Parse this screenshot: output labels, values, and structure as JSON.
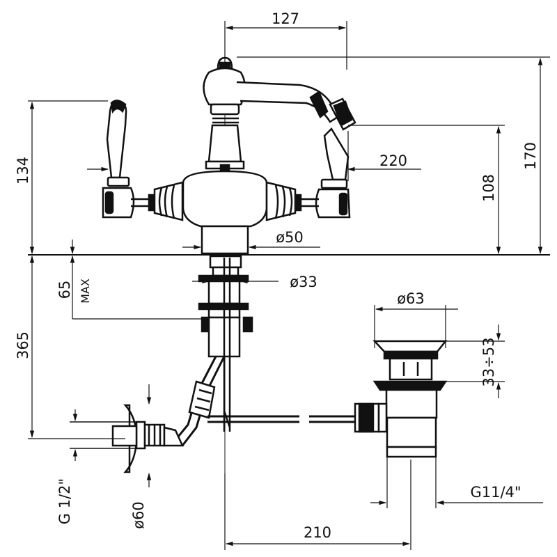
{
  "drawing": {
    "dimensions": {
      "width_top": "127",
      "total_height": "170",
      "spout_reach": "220",
      "spout_height": "108",
      "handle_height": "134",
      "body_diameter": "ø50",
      "shank_diameter": "ø33",
      "max_thickness": "65",
      "max_label": "MAX",
      "below_deck": "365",
      "waste_diameter": "ø63",
      "waste_adjust": "33÷53",
      "inlet_thread": "G 1/2\"",
      "rosette_diameter": "ø60",
      "waste_distance": "210",
      "waste_thread": "G11/4\""
    }
  }
}
